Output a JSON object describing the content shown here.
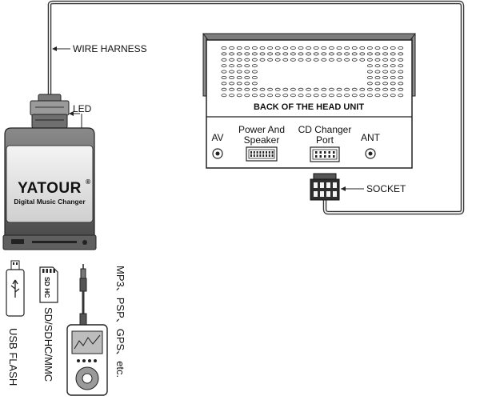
{
  "labels": {
    "wire_harness": "WIRE HARNESS",
    "led": "LED",
    "head_unit_title": "BACK OF THE HEAD UNIT",
    "av": "AV",
    "power_line1": "Power And",
    "power_line2": "Speaker",
    "cd_line1": "CD Changer",
    "cd_line2": "Port",
    "ant": "ANT",
    "socket": "SOCKET",
    "usb": "USB FLASH",
    "sd": "SD/SDHC/MMC",
    "mp3": "MP3、PSP、GPS、etc."
  },
  "device": {
    "brand": "YATOUR",
    "registered": "®",
    "subtitle": "Digital Music Changer",
    "sd_card_mark": "SD HC"
  },
  "colors": {
    "line": "#222222",
    "device_body": "#7a7a7a",
    "device_face": "#e9e9e9",
    "panel_gray": "#9a9a9a"
  }
}
